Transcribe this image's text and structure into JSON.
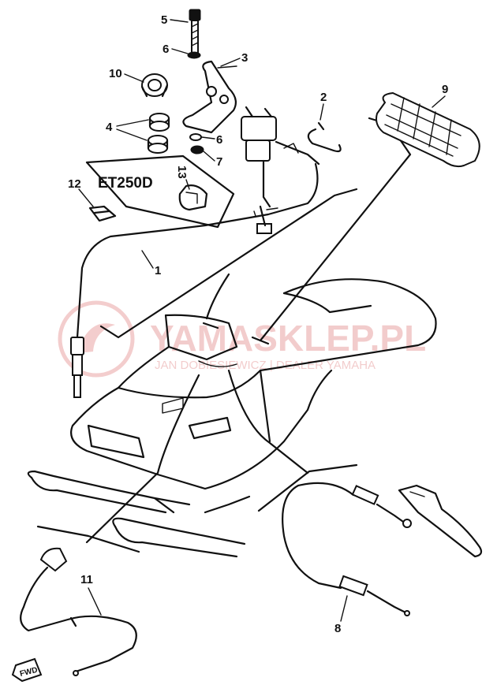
{
  "callouts": {
    "n1": "1",
    "n2": "2",
    "n3": "3",
    "n4": "4",
    "n5": "5",
    "n6a": "6",
    "n6b": "6",
    "n7": "7",
    "n8": "8",
    "n9": "9",
    "n10": "10",
    "n11": "11",
    "n12": "12",
    "n13": "13"
  },
  "model_label": "ET250D",
  "fwd_label": "FWD",
  "watermark": {
    "title": "YAMASKLEP.PL",
    "subtitle": "JAN DOBIESIEWICZ | DEALER YAMAHA"
  },
  "colors": {
    "line": "#111111",
    "watermark": "#e9a4a4"
  }
}
